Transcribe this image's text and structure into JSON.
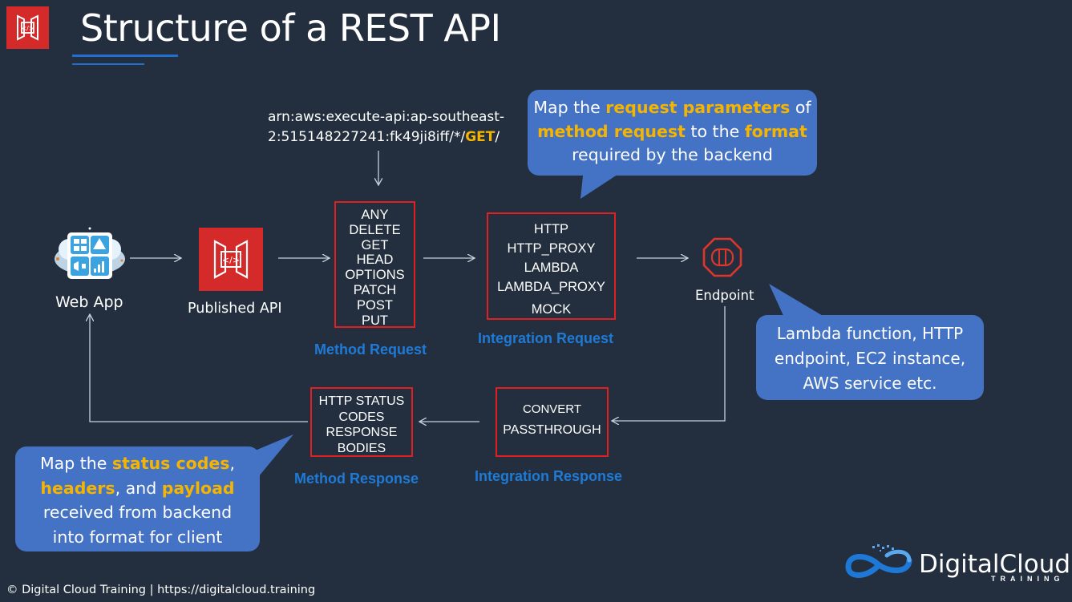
{
  "header": {
    "title": "Structure of a REST API",
    "logo_icon": "api-gateway-icon"
  },
  "arn": {
    "line1": "arn:aws:execute-api:ap-southeast-",
    "line2_prefix": "2:515148227241:fk49ji8iff/*/",
    "line2_highlight": "GET",
    "line2_suffix": "/"
  },
  "nodes": {
    "web_app": {
      "label": "Web App",
      "icon": "web-app-icon"
    },
    "published_api": {
      "label": "Published API",
      "icon": "api-gateway-icon"
    },
    "endpoint": {
      "label": "Endpoint",
      "icon": "endpoint-icon"
    }
  },
  "method_request": {
    "label": "Method Request",
    "items": [
      "ANY",
      "DELETE",
      "GET",
      "HEAD",
      "OPTIONS",
      "PATCH",
      "POST",
      "PUT"
    ]
  },
  "integration_request": {
    "label": "Integration Request",
    "items": [
      "HTTP",
      "HTTP_PROXY",
      "LAMBDA",
      "LAMBDA_PROXY",
      "MOCK"
    ]
  },
  "method_response": {
    "label": "Method Response",
    "items": [
      "HTTP STATUS",
      "CODES",
      "RESPONSE",
      "BODIES"
    ]
  },
  "integration_response": {
    "label": "Integration Response",
    "items": [
      "CONVERT",
      "PASSTHROUGH"
    ]
  },
  "callouts": {
    "request": {
      "p1": "Map the ",
      "h1": "request parameters",
      "p2": " of",
      "h2": "method request",
      "p3": " to the ",
      "h3": "format",
      "p4": "required by the backend"
    },
    "endpoint": {
      "line1": "Lambda function, HTTP",
      "line2": "endpoint, EC2 instance,",
      "line3": "AWS service etc."
    },
    "response": {
      "p1": "Map the ",
      "h1": "status codes",
      "p2": ",",
      "h2": "headers",
      "p3": ", and ",
      "h3": "payload",
      "line3": "received from backend",
      "line4": "into format for client"
    }
  },
  "footer": {
    "text": "© Digital Cloud Training  | https://digitalcloud.training"
  },
  "brand": {
    "name": "DigitalCloud",
    "sub": "TRAINING",
    "icon": "digitalcloud-logo-icon"
  },
  "colors": {
    "background": "#232f3e",
    "accent_red": "#d42a2a",
    "box_border": "#e02020",
    "label_blue": "#1f7ad6",
    "callout_blue": "#4472c4",
    "highlight": "#f5b400"
  }
}
